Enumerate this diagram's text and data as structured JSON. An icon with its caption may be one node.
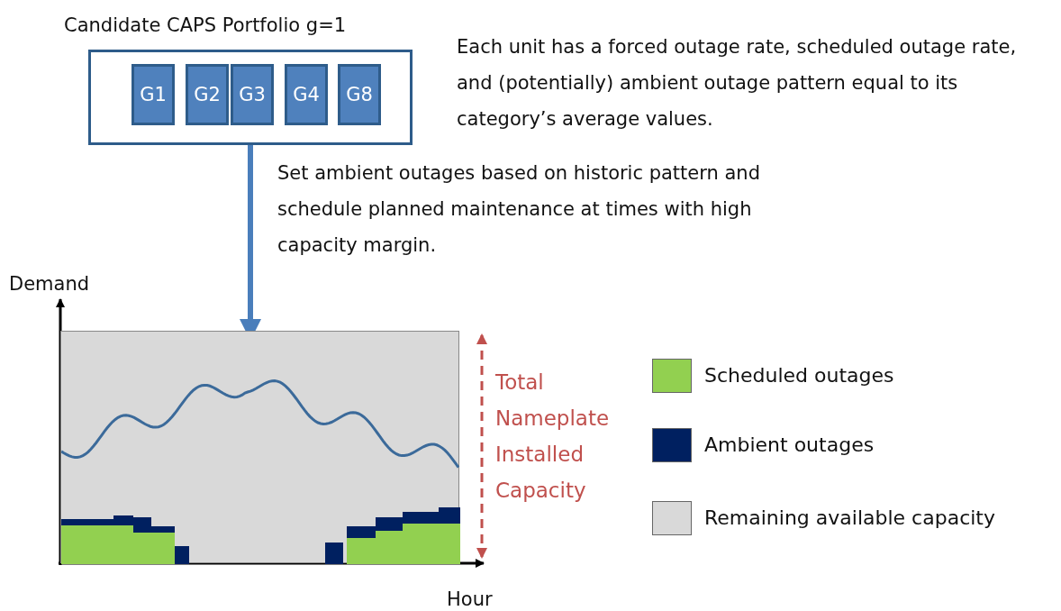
{
  "diagram": {
    "nodes": [
      {
        "text": [
          "Candidate CAPS Portfolio g=1"
        ]
      },
      {
        "text": [
          "G1"
        ],
        "in": 0
      },
      {
        "text": [
          "G2"
        ],
        "in": 0
      },
      {
        "text": [
          "G3"
        ],
        "in": 0
      },
      {
        "text": [
          "G4"
        ],
        "in": 0
      },
      {
        "text": [
          "G8"
        ],
        "in": 0
      },
      {
        "text": [],
        "shape": "picture"
      }
    ],
    "edges": [
      {
        "from": 0,
        "to": 6,
        "arrow": "to",
        "label": "Set ambient outages based on historic pattern and schedule planned maintenance at times with high capacity margin."
      }
    ],
    "labels": [
      "Each unit has a forced outage rate, scheduled outage rate, and (potentially) ambient outage pattern equal to its category’s average values.",
      "Demand",
      "Total Nameplate Installed Capacity",
      "Hour"
    ],
    "legend": [
      {
        "text": "Scheduled outages",
        "color": "#92d050"
      },
      {
        "text": "Ambient outages",
        "color": "#002060"
      },
      {
        "text": "Remaining available capacity",
        "color": "#d9d9d9"
      }
    ]
  }
}
